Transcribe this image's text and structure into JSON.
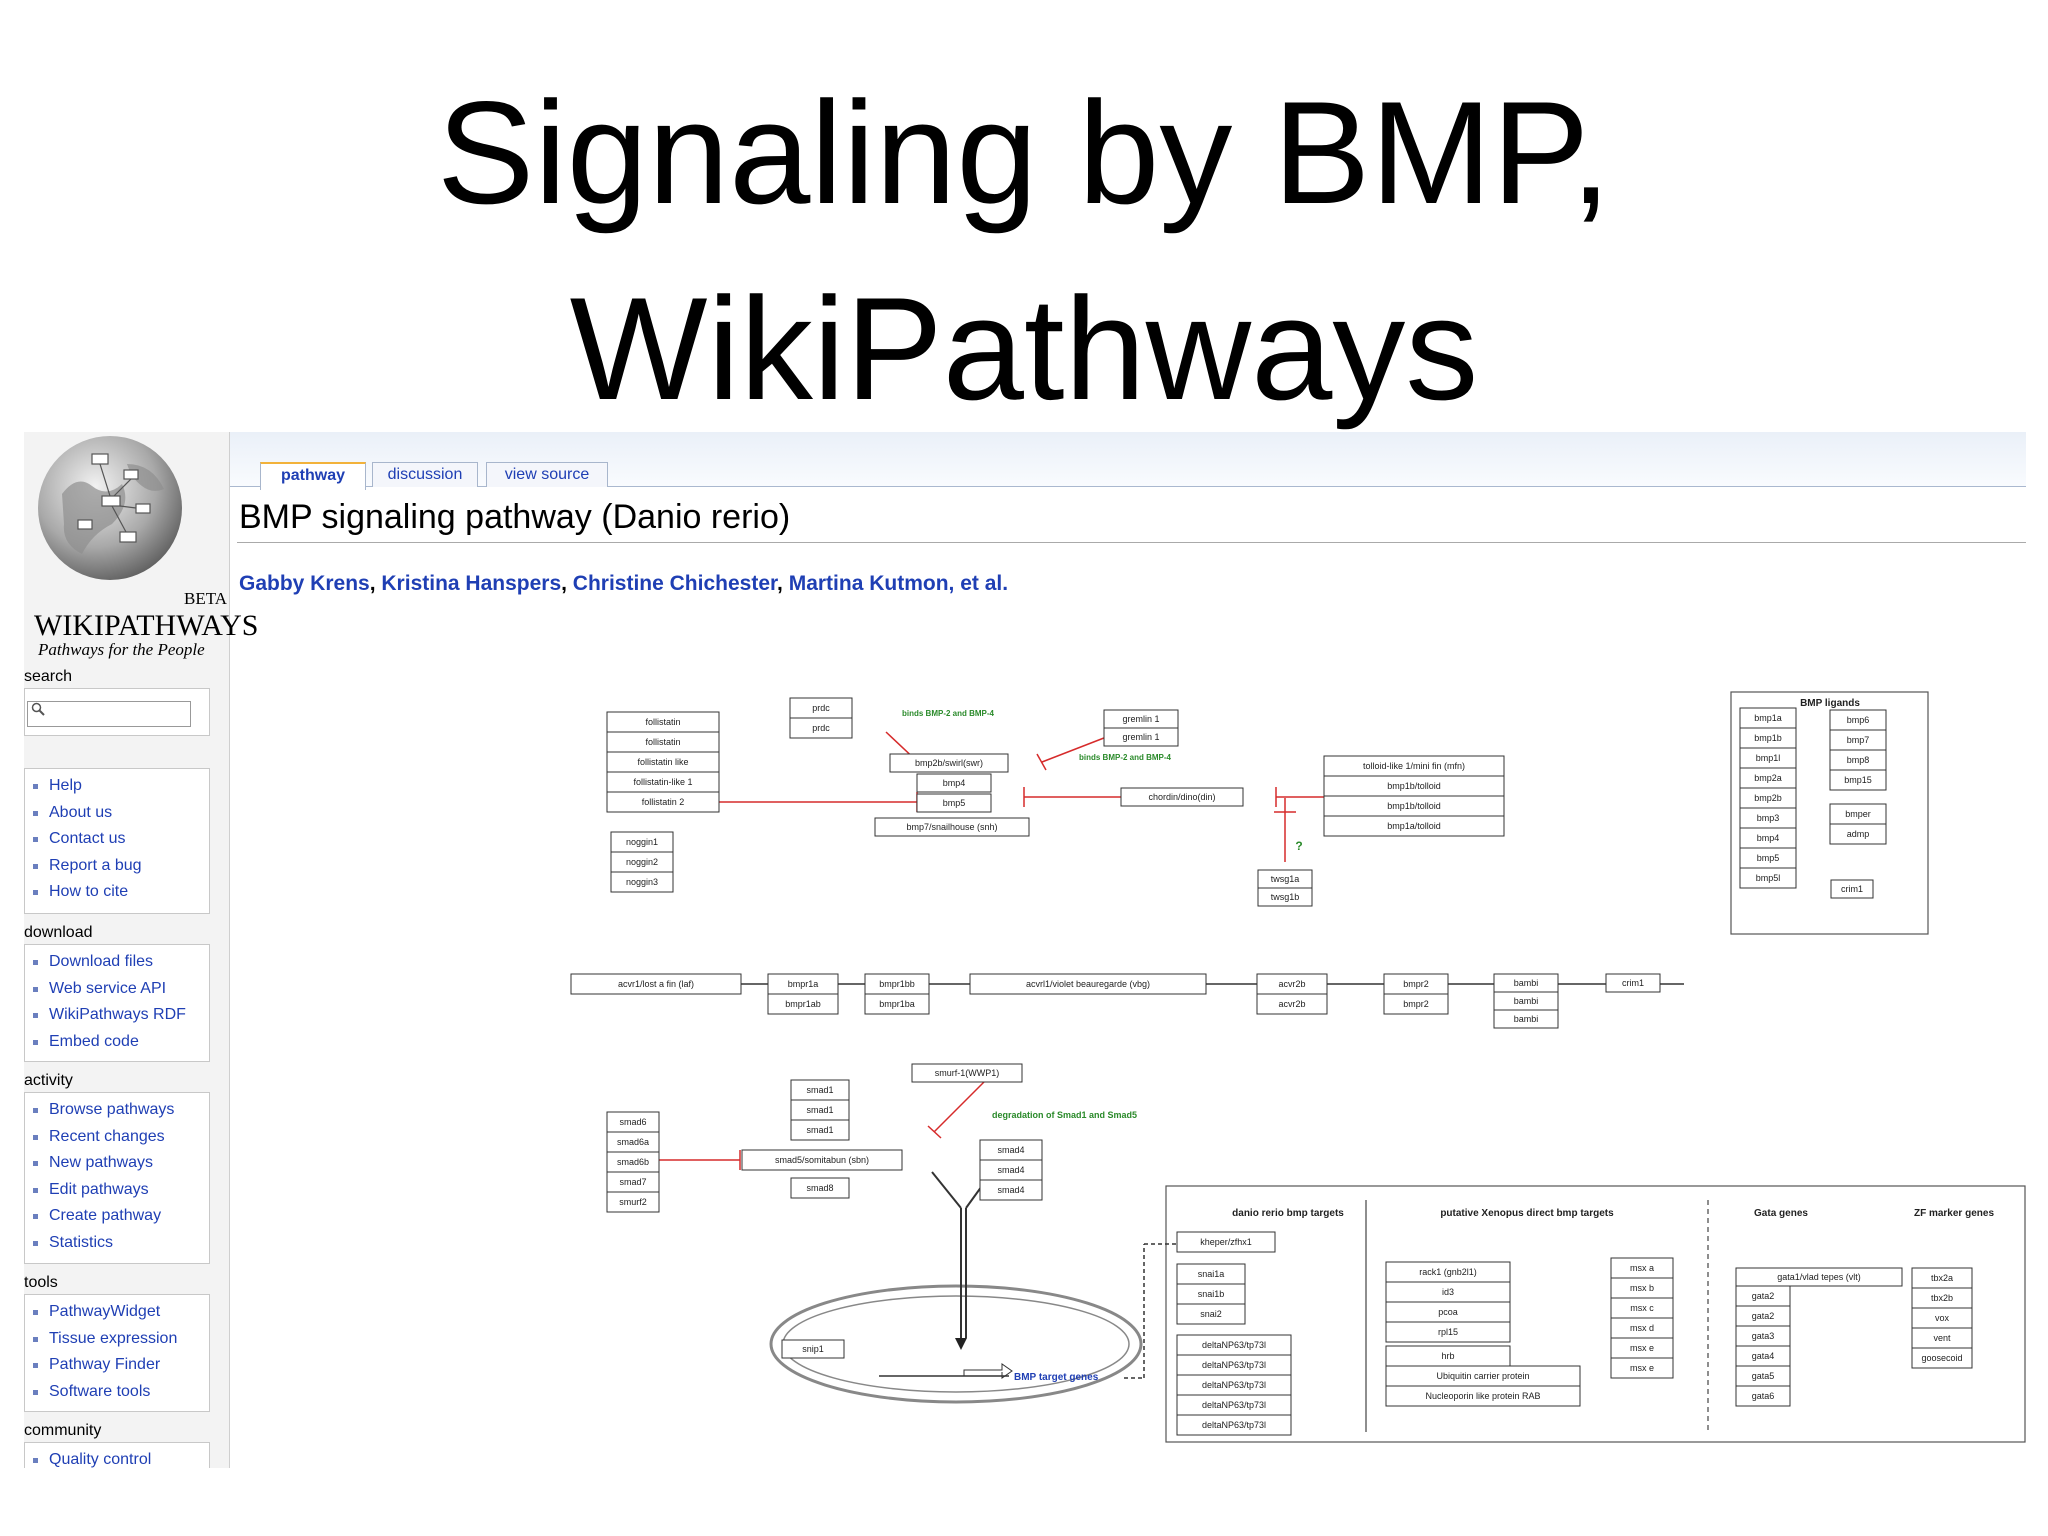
{
  "slide": {
    "title_line1": "Signaling by BMP,",
    "title_line2": "WikiPathways"
  },
  "logo": {
    "beta": "BETA",
    "brand_big": "WIKIPATHWAYS",
    "tagline": "Pathways for the People"
  },
  "sidebar": {
    "search_title": "search",
    "search_placeholder": "",
    "nav_items": [
      "Help",
      "About us",
      "Contact us",
      "Report a bug",
      "How to cite"
    ],
    "download_title": "download",
    "download_items": [
      "Download files",
      "Web service API",
      "WikiPathways RDF",
      "Embed code"
    ],
    "activity_title": "activity",
    "activity_items": [
      "Browse pathways",
      "Recent changes",
      "New pathways",
      "Edit pathways",
      "Create pathway",
      "Statistics"
    ],
    "tools_title": "tools",
    "tools_items": [
      "PathwayWidget",
      "Tissue expression",
      "Pathway Finder",
      "Software tools"
    ],
    "community_title": "community",
    "community_items": [
      "Quality control"
    ]
  },
  "tabs": [
    {
      "label": "pathway",
      "active": true
    },
    {
      "label": "discussion",
      "active": false
    },
    {
      "label": "view source",
      "active": false
    }
  ],
  "page": {
    "title": "BMP signaling pathway (Danio rerio)",
    "authors": [
      "Gabby Krens",
      "Kristina Hanspers",
      "Christine Chichester",
      "Martina Kutmon"
    ],
    "authors_suffix": ", et al."
  },
  "colors": {
    "link": "#1f3fb4",
    "inhibit": "#d62b2b",
    "annotation": "#2a8a2a",
    "tab_accent": "#f2b23a"
  },
  "pathway": {
    "nodes": [
      "follistatin",
      "follistatin",
      "follistatin like",
      "follistatin-like 1",
      "follistatin 2",
      "noggin1",
      "noggin2",
      "noggin3",
      "prdc",
      "prdc",
      "bmp2b/swirl(swr)",
      "bmp4",
      "bmp5",
      "bmp7/snailhouse (snh)",
      "gremlin 1",
      "gremlin 1",
      "chordin/dino(din)",
      "tolloid-like 1/mini fin (mfn)",
      "bmp1b/tolloid",
      "bmp1b/tolloid",
      "bmp1a/tolloid",
      "twsg1a",
      "twsg1b",
      "bmp1a",
      "bmp1b",
      "bmp1l",
      "bmp2a",
      "bmp2b",
      "bmp3",
      "bmp4",
      "bmp5",
      "bmp5l",
      "bmp6",
      "bmp7",
      "bmp8",
      "bmp15",
      "bmper",
      "admp",
      "crim1",
      "acvr1/lost a fin (laf)",
      "bmpr1a",
      "bmpr1ab",
      "bmpr1bb",
      "bmpr1ba",
      "acvrl1/violet beauregarde (vbg)",
      "acvr2b",
      "acvr2b",
      "bmpr2",
      "bmpr2",
      "bambi",
      "bambi",
      "bambi",
      "crim1",
      "smurf-1(WWP1)",
      "smad1",
      "smad1",
      "smad1",
      "smad5/somitabun (sbn)",
      "smad8",
      "smad6",
      "smad6a",
      "smad6b",
      "smad7",
      "smurf2",
      "smad4",
      "smad4",
      "smad4",
      "snip1",
      "kheper/zfhx1",
      "snai1a",
      "snai1b",
      "snai2",
      "deltaNP63/tp73l",
      "deltaNP63/tp73l",
      "deltaNP63/tp73l",
      "deltaNP63/tp73l",
      "deltaNP63/tp73l",
      "rack1 (gnb2l1)",
      "id3",
      "pcoa",
      "rpl15",
      "hrb",
      "Ubiquitin carrier protein",
      "Nucleoporin like protein RAB",
      "msx a",
      "msx b",
      "msx c",
      "msx d",
      "msx e",
      "msx e",
      "gata1/vlad tepes (vlt)",
      "gata2",
      "gata2",
      "gata3",
      "gata4",
      "gata5",
      "gata6",
      "tbx2a",
      "tbx2b",
      "vox",
      "vent",
      "goosecoid"
    ],
    "labels": {
      "binds1": "binds BMP-2 and BMP-4",
      "binds2": "binds BMP-2 and BMP-4",
      "degradation": "degradation of Smad1 and Smad5",
      "question": "?",
      "ligands": "BMP ligands",
      "target_genes": "BMP target genes",
      "danio_targets": "danio rerio bmp targets",
      "xenopus_targets": "putative Xenopus direct bmp targets",
      "gata_genes": "Gata genes",
      "zf_marker": "ZF marker genes"
    }
  }
}
